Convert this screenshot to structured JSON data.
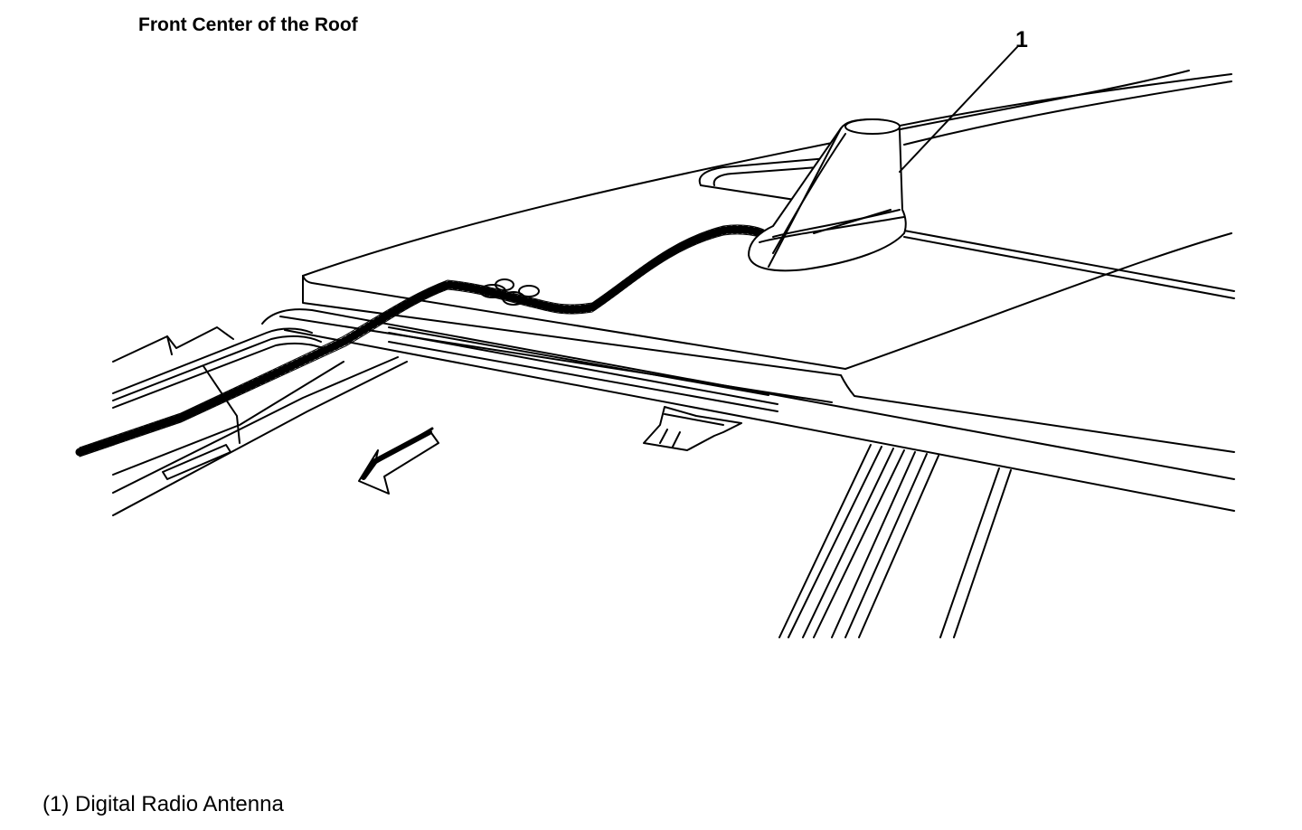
{
  "diagram": {
    "heading": "Front Center of the Roof",
    "callouts": [
      {
        "number": "1",
        "legend_text": "(1) Digital Radio Antenna"
      }
    ],
    "icons": {
      "direction_arrow": "arrow-left-down-icon",
      "antenna": "shark-fin-antenna-icon"
    }
  }
}
